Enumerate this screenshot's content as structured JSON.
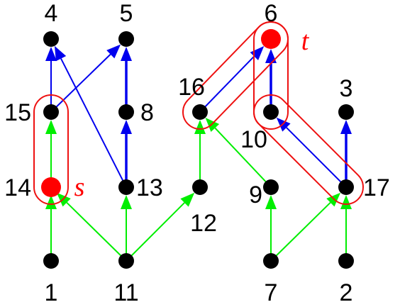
{
  "colors": {
    "node": "#000000",
    "terminal_node": "#ff0000",
    "green_edge": "#00ee00",
    "blue_edge": "#0000ee",
    "outline": "#ee1111"
  },
  "nodes": [
    {
      "id": "1",
      "label": "1"
    },
    {
      "id": "11",
      "label": "11"
    },
    {
      "id": "7",
      "label": "7"
    },
    {
      "id": "2",
      "label": "2"
    },
    {
      "id": "14",
      "label": "14"
    },
    {
      "id": "13",
      "label": "13"
    },
    {
      "id": "12",
      "label": "12"
    },
    {
      "id": "9",
      "label": "9"
    },
    {
      "id": "17",
      "label": "17"
    },
    {
      "id": "15",
      "label": "15"
    },
    {
      "id": "8",
      "label": "8"
    },
    {
      "id": "16",
      "label": "16"
    },
    {
      "id": "10",
      "label": "10"
    },
    {
      "id": "3",
      "label": "3"
    },
    {
      "id": "4",
      "label": "4"
    },
    {
      "id": "5",
      "label": "5"
    },
    {
      "id": "6",
      "label": "6"
    }
  ],
  "source": {
    "node": "14",
    "label": "s"
  },
  "target": {
    "node": "6",
    "label": "t"
  },
  "green_edges": [
    [
      "1",
      "14"
    ],
    [
      "11",
      "14"
    ],
    [
      "11",
      "13"
    ],
    [
      "11",
      "12"
    ],
    [
      "7",
      "9"
    ],
    [
      "7",
      "17"
    ],
    [
      "2",
      "17"
    ],
    [
      "14",
      "15"
    ],
    [
      "12",
      "16"
    ],
    [
      "9",
      "16"
    ]
  ],
  "blue_edges": [
    [
      "15",
      "4"
    ],
    [
      "15",
      "5"
    ],
    [
      "13",
      "4"
    ],
    [
      "13",
      "8"
    ],
    [
      "8",
      "5"
    ],
    [
      "16",
      "6"
    ],
    [
      "10",
      "6"
    ],
    [
      "17",
      "10"
    ],
    [
      "17",
      "3"
    ]
  ],
  "thick_edges": [
    [
      "13",
      "8"
    ],
    [
      "8",
      "5"
    ],
    [
      "10",
      "6"
    ],
    [
      "17",
      "3"
    ]
  ],
  "outlined_groups": [
    [
      "14",
      "15"
    ],
    [
      "16",
      "6"
    ],
    [
      "10",
      "6"
    ],
    [
      "10",
      "17"
    ]
  ]
}
